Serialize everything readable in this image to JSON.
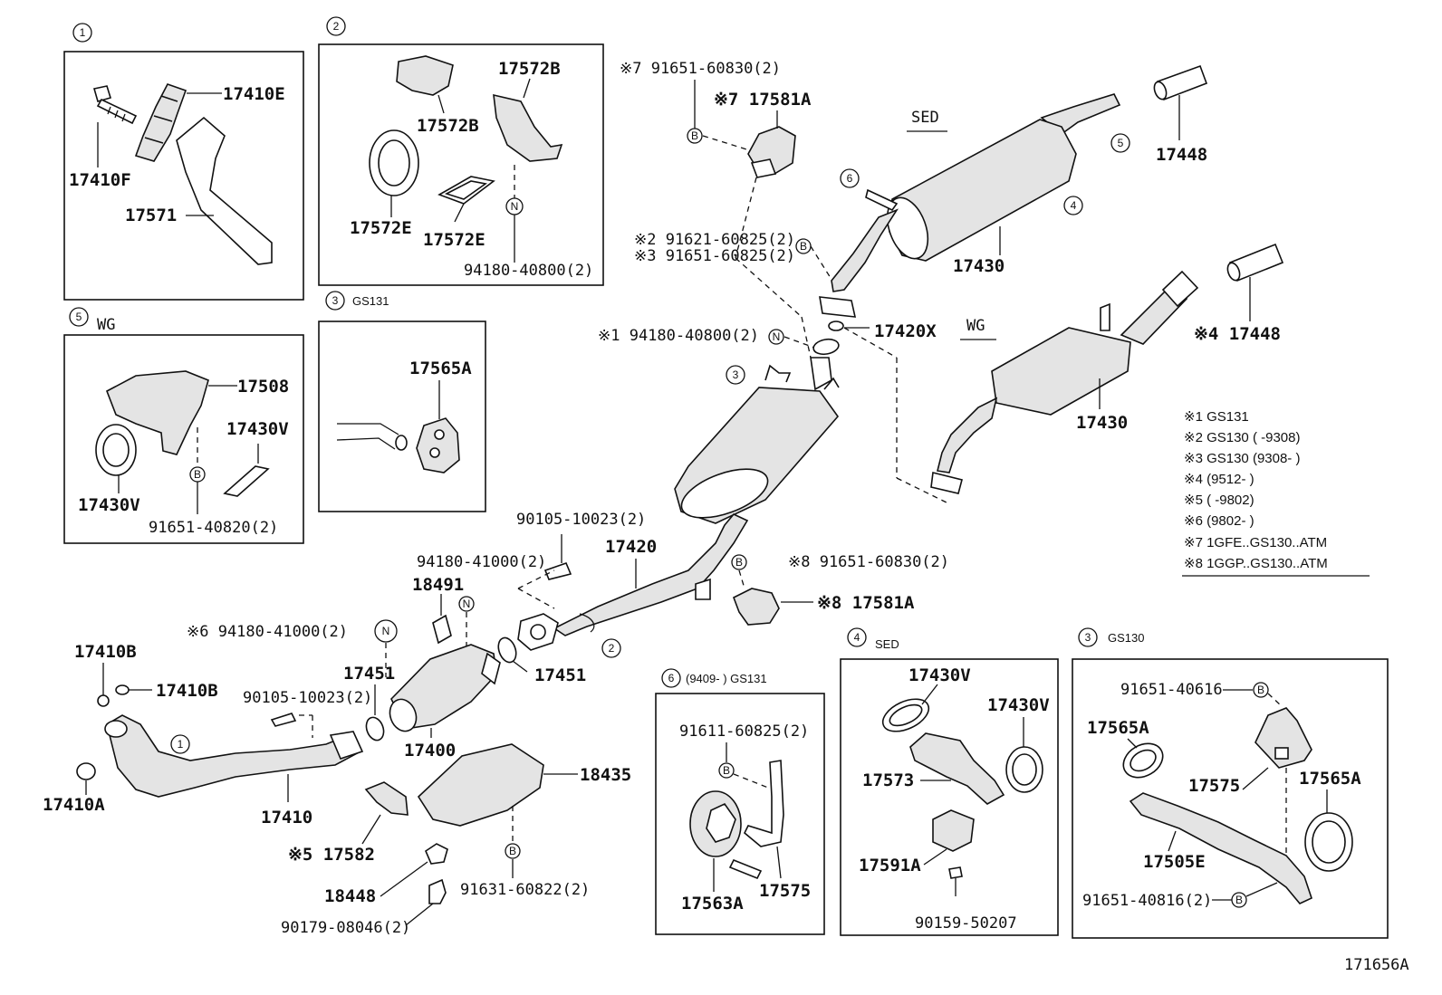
{
  "boxes": {
    "b1": {
      "num": "1",
      "suffix": ""
    },
    "b2": {
      "num": "2",
      "suffix": ""
    },
    "b3a": {
      "num": "3",
      "suffix": "GS131"
    },
    "b5": {
      "num": "5",
      "suffix": "WG"
    },
    "b6": {
      "num": "6",
      "suffix": "(9409-      ) GS131"
    },
    "b4": {
      "num": "4",
      "suffix": "SED"
    },
    "b3b": {
      "num": "3",
      "suffix": "GS130"
    }
  },
  "labels": {
    "l17410E": "17410E",
    "l17410F": "17410F",
    "l17571": "17571",
    "l17572B_a": "17572B",
    "l17572B_b": "17572B",
    "l17572E_a": "17572E",
    "l17572E_b": "17572E",
    "l94180_40800": "94180-40800(2)",
    "l17565A": "17565A",
    "l17508": "17508",
    "l17430V_a": "17430V",
    "l17430V_b": "17430V",
    "l91651_40820": "91651-40820(2)",
    "top_91651_60830": "※7 91651-60830(2)",
    "top_17581A": "※7 17581A",
    "l91621": "※2  91621-60825(2)",
    "l91651_60825": "※3  91651-60825(2)",
    "l94180_sx1": "※1 94180-40800(2)",
    "l17420X": "17420X",
    "sed": "SED",
    "wg": "WG",
    "l17430_sed": "17430",
    "l17430_wg": "17430",
    "l17448_a": "17448",
    "l17448_b": "※4 17448",
    "l90105_a": "90105-10023(2)",
    "l17420": "17420",
    "l94180_41000": "94180-41000(2)",
    "l18491": "18491",
    "l91651_60830_b": "※8  91651-60830(2)",
    "l17581A_b": "※8 17581A",
    "l94180_sx6": "※6 94180-41000(2)",
    "l17451_a": "17451",
    "l17451_b": "17451",
    "l17410B_a": "17410B",
    "l17410B_b": "17410B",
    "l90105_b": "90105-10023(2)",
    "l17400": "17400",
    "l18435": "18435",
    "l17410A": "17410A",
    "l17410": "17410",
    "l17582": "※5 17582",
    "l18448": "18448",
    "l91631": "91631-60822(2)",
    "l90179": "90179-08046(2)",
    "l91611": "91611-60825(2)",
    "l17563A": "17563A",
    "l17575_a": "17575",
    "l17573": "17573",
    "l17591A": "17591A",
    "l90159": "90159-50207",
    "l17430V_c": "17430V",
    "l17430V_d": "17430V",
    "l91651_40616": "91651-40616",
    "l17565A_b": "17565A",
    "l17565A_c": "17565A",
    "l17575_b": "17575",
    "l17505E": "17505E",
    "l91651_40816": "91651-40816(2)",
    "ref": "171656A"
  },
  "notes": [
    "※1 GS131",
    "※2 GS130 (        -9308)",
    "※3 GS130 (9308-        )",
    "※4 (9512-      )",
    "※5 (        -9802)",
    "※6 (9802-      )",
    "※7 1GFE..GS130..ATM",
    "※8 1GGP..GS130..ATM"
  ]
}
